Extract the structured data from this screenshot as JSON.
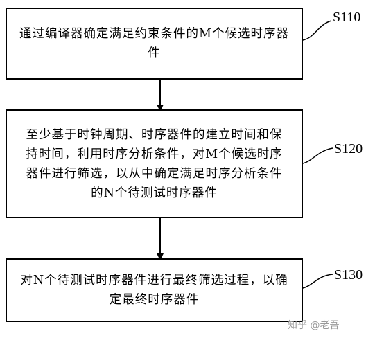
{
  "steps": [
    {
      "id": "S110",
      "text": "通过编译器确定满足约束条件的M个候选时序器件"
    },
    {
      "id": "S120",
      "text": "至少基于时钟周期、时序器件的建立时间和保持时间，利用时序分析条件，对M个候选时序器件进行筛选，以从中确定满足时序分析条件的N个待测试时序器件"
    },
    {
      "id": "S130",
      "text": "对N个待测试时序器件进行最终筛选过程，以确定最终时序器件"
    }
  ],
  "watermark": "知乎 @老吾",
  "colors": {
    "line": "#000000",
    "watermark": "#9a9a9a"
  }
}
